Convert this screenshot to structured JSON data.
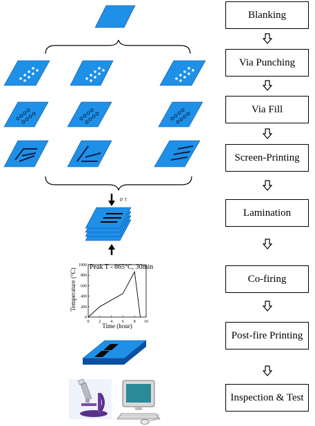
{
  "steps": [
    {
      "label": "Blanking"
    },
    {
      "label": "Via Punching"
    },
    {
      "label": "Via Fill"
    },
    {
      "label": "Screen-Printing"
    },
    {
      "label": "Lamination"
    },
    {
      "label": "Co-firing"
    },
    {
      "label": "Post-fire Printing"
    },
    {
      "label": "Inspection & Test"
    }
  ],
  "stack_label": "P. T",
  "firing_profile": {
    "title": "Peak T - 865°C, 30min",
    "xlabel": "Time (hour)",
    "ylabel": "Temperature (°C)",
    "x_ticks": [
      "0",
      "2",
      "4",
      "6",
      "8",
      "10"
    ],
    "y_ticks": [
      "0",
      "200",
      "400",
      "600",
      "800",
      "1000"
    ],
    "xlim": [
      0,
      10
    ],
    "ylim": [
      0,
      1000
    ],
    "points": [
      [
        0,
        0
      ],
      [
        2,
        200
      ],
      [
        6,
        450
      ],
      [
        8,
        865
      ],
      [
        9,
        0
      ]
    ]
  },
  "colors": {
    "sheet": "#1e90e8",
    "sheet_edge": "#0a4fa0",
    "ink": "#000000"
  },
  "icons": [
    "microscope-icon",
    "computer-icon"
  ]
}
